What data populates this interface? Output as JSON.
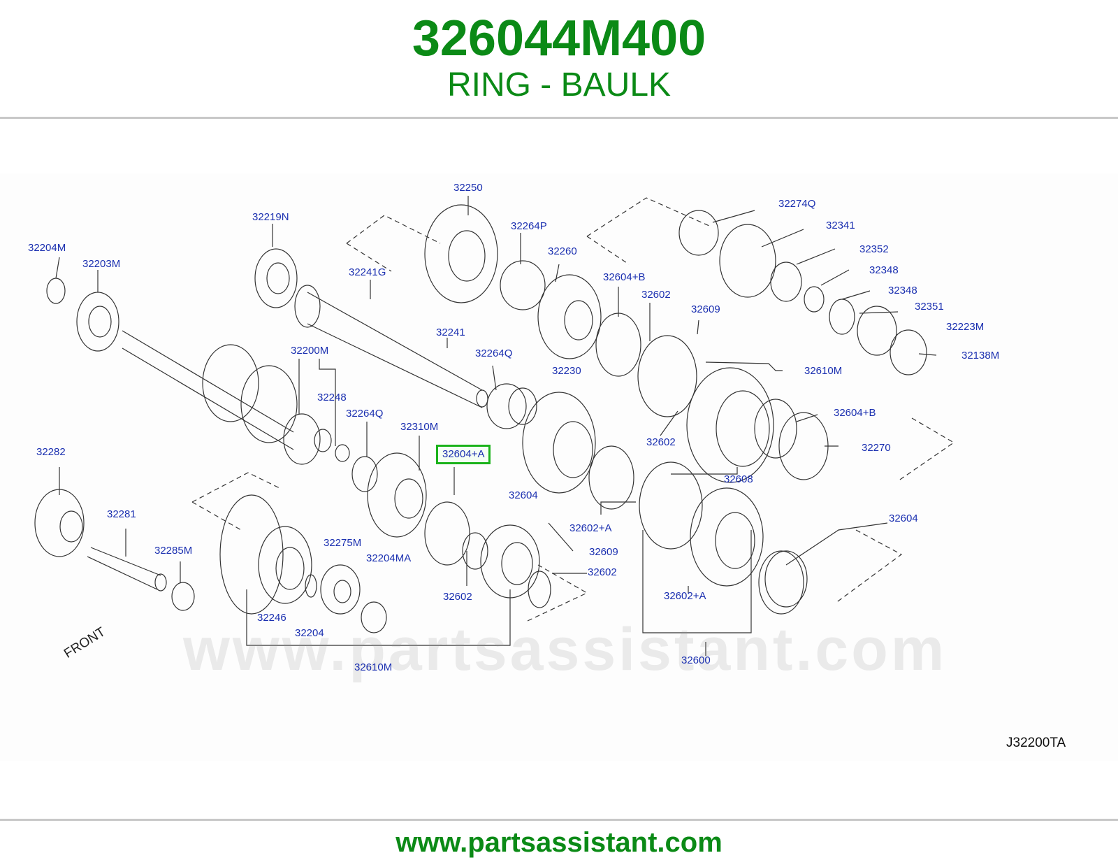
{
  "header": {
    "part_number": "326044M400",
    "part_name": "RING - BAULK"
  },
  "footer": {
    "url": "www.partsassistant.com"
  },
  "diagram": {
    "ref_code": "J32200TA",
    "front_label": "FRONT",
    "watermark": "www.partsassistant.com",
    "highlight_color": "#1bb31b",
    "callout_color": "#1a2fb0",
    "callouts": [
      "32250",
      "32264P",
      "32219N",
      "32260",
      "32241G",
      "32204M",
      "32203M",
      "32604+B",
      "32602",
      "32609",
      "32241",
      "32264Q",
      "32200M",
      "32230",
      "32610M",
      "32248",
      "32264Q",
      "32310M",
      "32604+A",
      "32604+B",
      "32282",
      "32602",
      "32270",
      "32604",
      "32608",
      "32281",
      "32275M",
      "32285M",
      "32204MA",
      "32602+A",
      "32609",
      "32602",
      "32604",
      "32602",
      "32246",
      "32204",
      "32602+A",
      "32600",
      "32610M",
      "32274Q",
      "32341",
      "32352",
      "32348",
      "32348",
      "32351",
      "32223M",
      "32138M"
    ]
  }
}
